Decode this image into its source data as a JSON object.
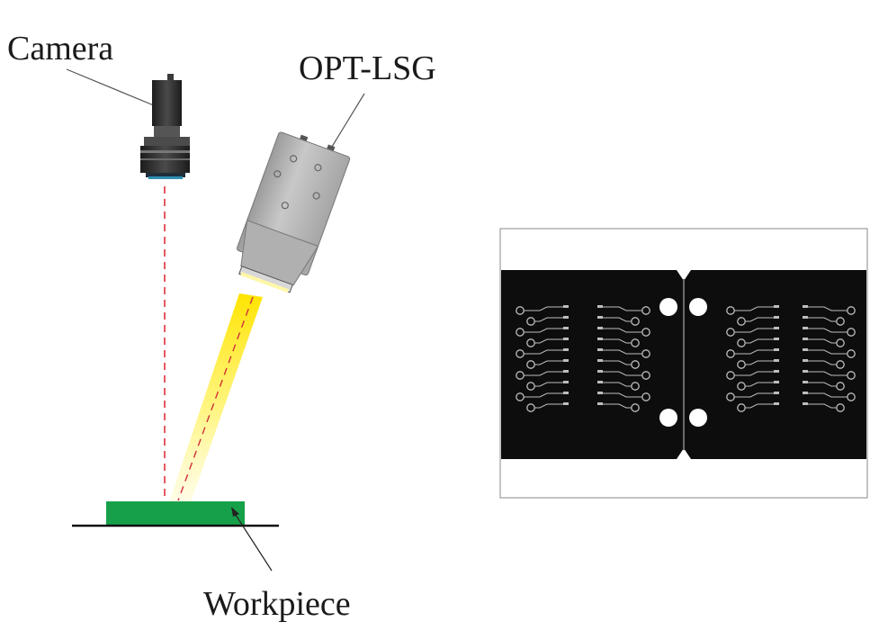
{
  "labels": {
    "camera": "Camera",
    "light": "OPT-LSG",
    "workpiece": "Workpiece"
  },
  "colors": {
    "beam_dashed": "#e0303a",
    "workpiece": "#17a04a",
    "light_beam": "#ffe600",
    "light_body": "#b9b9b9",
    "camera_body": "#2b2b2b",
    "pcb_background": "#0d0d0d",
    "pcb_trace": "#bdbdbd"
  },
  "icons": {
    "camera": "machine-vision-camera-icon",
    "light": "line-light-source-icon"
  }
}
